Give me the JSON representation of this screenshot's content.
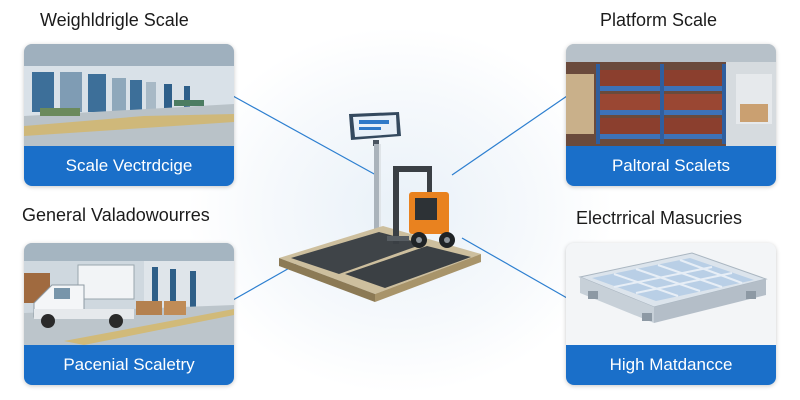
{
  "sections": [
    {
      "heading": "Weighldrigle Scale",
      "label": "Scale Vectrdcige",
      "icon": "warehouse-floor-image"
    },
    {
      "heading": "Platform Scale",
      "label": "Paltoral Scalets",
      "icon": "pallet-racks-image"
    },
    {
      "heading": "General Valadowourres",
      "label": "Pacenial Scaletry",
      "icon": "truck-warehouse-image"
    },
    {
      "heading": "Electrrical Masucries",
      "label": "High Matdancce",
      "icon": "scale-pad-image"
    }
  ],
  "hero": {
    "icon": "forklift-platform-scale-image"
  },
  "colors": {
    "banner": "#1a6fc9",
    "connector": "#2d7fd0",
    "heading": "#1b1b1b"
  }
}
